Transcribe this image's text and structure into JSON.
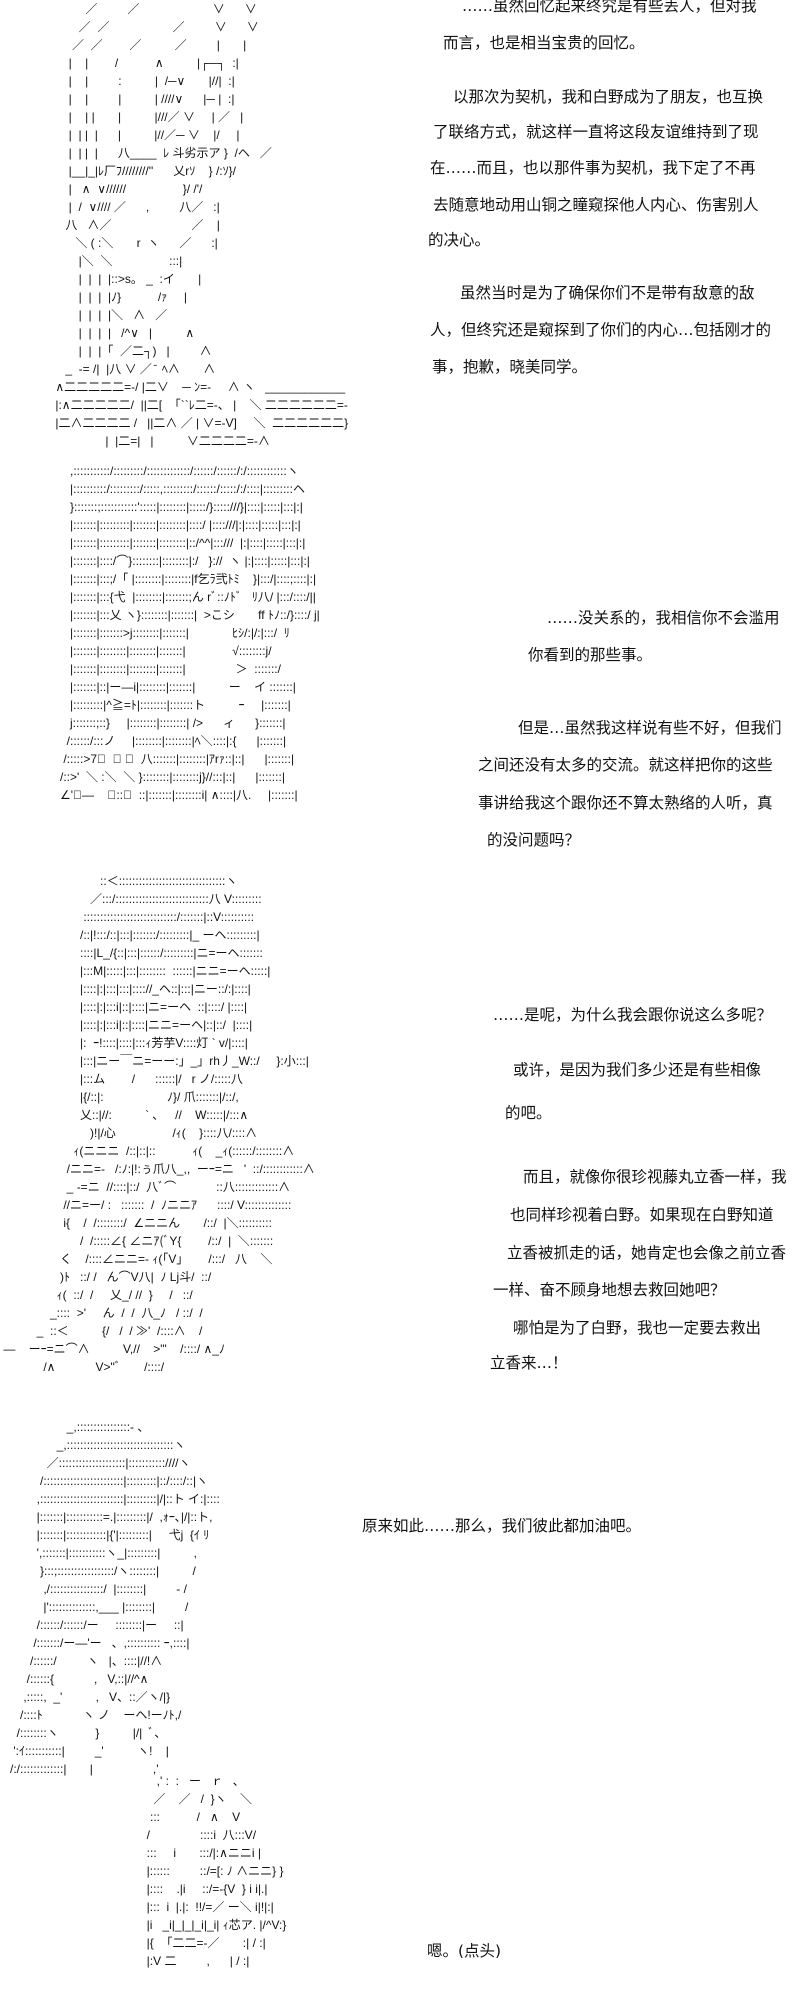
{
  "panels": [
    {
      "art": "          ／         ／                      ∨      ∨\n        ／  ／                   ／         ∨      ∨\n      ／  ／        ／          ／         |       |\n     |    |        /           ∧          |┌─┐  :|\n     |    |         :          |  /─∨       |//|  :|\n     |    |         |          | ////∨      |─ |  :|\n     |    | |       |          |///／ ∨     | ／   |\n     |  | |  |      |          |//／─ ∨    |/     |\n     |  | |  |      八____  ﾚ 斗劣示ア }  /ヘ   ／\n     |__|_|ﾚ厂ﾌ////////''      乂rｿ    } /:ｿ}/\n     |   ∧  ∨//////                 }/ /'/\n     |  /  ∨//// ／      ,         八／   :|\n    八   ∧／                        ／    |\n       ＼ ( :＼       r  ヽ      ／      :|\n        |＼  ＼                 :::|\n        |  |  |  |::>s。 _  :イ       |\n        |  |  |  |ﾉ}           /ｧ     |\n        |  |  |  |＼   ∧   ／          \n        |  |  |  |   /^∨   |          ∧\n        |  |  |「  ／二┐)   |         ∧\n    _  -= /|  |八 ∨ ／ ̄  ﾍ∧       ∧ \n ∧二二二二二=-/ |二∨    ─ ﾝ=-     ∧ ヽ   ____________\n |:∧二二二二二/  ||二[  「``ﾚ二=-、 |    ＼ 二二二二二二=-\n |二∧二二二二 /   ||二∧ ／ | ∨=-V]     ＼  二二二二二二}\n                |  |二=|   |          ∨二二二二=-∧",
      "lines": [
        "……虽然回忆起来终究是有些丢人，但对我",
        "而言，也是相当宝贵的回忆。",
        "以那次为契机，我和白野成为了朋友，也互换",
        "了联络方式，就这样一直将这段友谊维持到了现",
        "在……而且，也以那件事为契机，我下定了不再",
        "去随意地动用山铜之瞳窥探他人内心、伤害别人",
        "的决心。",
        "虽然当时是为了确保你们不是带有敌意的敌",
        "人，但终究还是窥探到了你们的内心…包括刚才的",
        "事，抱歉，晓美同学。"
      ]
    },
    {
      "art": "   ,:::::::::::/:::::::::/:::::::::::::/::::::/::::::/:/::::::::::::ヽ\n   |::::::::::/:::::::::/:::::,:::::::::/::::::/:::::/:/::::|:::::::::ヘ\n   }:::::::;:::::::::::':::::|::::::::|:::::/}:::::///}|::::|:::::|:::|:|\n   |:::::::|:::::::::|:::::::|::::::::|::::/ |::::///|:|::::|:::::|:::|:|\n   |:::::::|:::::::::|:::::::|::::::::|::/^^|:::///  |:|::::|:::::|:::|:|\n   |:::::::|::::/⌒}::::::::|::::::::|:/   }://  ヽ |:|::::|:::::|:::|:|\n   |:::::::|:::;/「 |::::::::|::::::::|f乞ﾗ弐ﾄﾐ    }|:::/|::::;::::|:|\n   |:::::::|:::{弋  |::::::::|:::::::;ん rﾞ::ﾉﾄﾞ   ﾘ八/ |:::/::::/||\n   |:::::::|:::乂 ヽ}::::::::|:::::::|  >こシ       ff ﾄﾉ::/}::::/ j|\n   |:::::::|:::::::>j::::::::|:::::::|             ﾋｼ/:|/:|:::/  ﾘ\n   |:::::::|::::::::|::::::::|:::::::|              √::::::::j/\n   |:::::::|::::::::|::::::::|:::::::|               ＞  :::::::/\n   |:::::::|::|ー―i|::::::::|:::::::|          ー    イ :::::::|\n   |:::::::::|^≧=ﾄ|::::::::|:::::::ト          ｰ     |:::::::|\n   j:::::::;::}     |::::::::|::::::::| />      ィ      }:::::::|\n  /::::::/:::ノ     |::::::::|::::::::|ﾍ＼::::|:{      |:::::::|\n /:::::>7ﾞ  ＼ ､  八:::::::|::::::::|ｱrｧ::|::|      |:::::::|\n/::>'  ＼ :＼  ＼ }::::::::|::::::::j}//:::|::|      |:::::::|\n∠'ﾞ―    ＼::＼  ::|:::::::|::::::::i| ∧::::|八.     |:::::::|",
      "lines": [
        "……没关系的，我相信你不会滥用",
        "你看到的那些事。",
        "但是…虽然我这样说有些不好，但我们",
        "之间还没有太多的交流。就这样把你的这些",
        "事讲给我这个跟你还不算太熟络的人听，真",
        "的没问题吗？"
      ]
    },
    {
      "art": "                              ::＜::::::::::::::::::::::::::::::::ヽ\n                           ／:::/::::::::::::::::::::::::::::八 V:::::::::\n                         ::::::::::::::::::::::::::::/:::::::|::V::::::::::\n                        /::|!:::/::|:::|:::::::/:::::::::|_ ーヘ:::::::::|\n                        ::::|L_/{::|:::|::::::/:::::::::|ニ=ーヘ:::::::\n                        |:::M|:::::|:::|::::::::  ::::::|ニニ=ーヘ:::::|\n                        |::::|:|:::|:::|:::://_ヘ::|:::|ニー::/:|::::|\n                        |::::|:|:::i|::|::::|ニ=ーヘ  ::|::::/ |::::|\n                        |::::|:|:::i|::|::::|ニニ=ーヘ|::|::/  |::::|\n                        |:  ｰ!::::|::::|:::ｨ芳芋V::::灯 ` v/|::::|\n                        |:::|ニー￣ニ=ーー:」_」rh丿_W::/     }:小:::|\n                        |:::ム        /      ::::::|/   r ノ/:::::八\n                        |{/::|:                   ﾉ}/ 爪:::::::|/::/,\n                        乂::|//:          ` ､     //    W:::::|/:::∧\n                           )!|/心                 /ｨ(    }::::八/::::∧\n                      ｨ(ニニニ  /::|::|::           ｨ(    _ｨ(::::::/::::::::∧\n                    /ニニ=-   /:ﾉ:|!:ぅ爪八_,,  ーｰ=ニ   '  ::/::::::::::::∧\n                    _ -=ニ  //::::|::/  八ﾞ⌒            ::八:::::::::::::∧\n                   //ニ=ー/ :   :::::::  /  ﾉニニｱ      ::::/ V::::::::::::::\n                   i{    /  /::::::::/  ∠ニニん       /::/  |＼::::::::::\n                        /  /:::::∠{ ∠ニｱ(ﾞY{        /::/  |  ＼:::::::\n                  く    /::::∠ニニ=- ｨ(「V」      /:::/   八    ＼\n                  )ﾄ   ::/ /   ん⌒V八|  ﾉ Lj斗/  ::/\n                 ｨ(  ::/  /     乂_/ //  }     /   ::/\n               _::::  >'     ん  /  /  八_ﾉ   / ::/  /\n           _  ::＜          {/   /  / ≫'  /::::∧    /\n ―    ーｰ=ニ⌒∧          V,//    >\"'    /::::/ ∧_ﾉ\n             /∧            V>\"ﾞ       /::::/",
      "lines": [
        "……是呢，为什么我会跟你说这么多呢？",
        "或许，是因为我们多少还是有些相像",
        "的吧。",
        "而且，就像你很珍视藤丸立香一样，我",
        "也同样珍视着白野。如果现在白野知道",
        "立香被抓走的话，她肯定也会像之前立香",
        "一样、奋不顾身地想去救回她吧？",
        "哪怕是为了白野，我也一定要去救出",
        "立香来…！"
      ]
    },
    {
      "art": "                    _,::::::::::::::::- 、\n                 _,::::::::::::::::::::::::::::::::ヽ\n              ／::::::::::::::::::::|:::::::::::////ヽ\n            /::::::::::::::::::::::::|:::::::::|::/::::/::|ヽ\n           ,:::::::::::::::::::::::::|:::::::::|/|::ト イ:|::::\n           |:::::::|:::::::::::=.|:::::::::|/  ,ｫｰ､|/|::ト,\n           |:::::::|::::::::::::|{'|:::::::::|     弋j  {ｲ ﾘ\n           ',:::::::|:::::::::::ヽ_|:::::::::|          ,\n            }:::;:::::::::::::::::/ヽ::::::::|          /\n             ,/::::::::::::::::/  |::::::::|         - /\n             |'::::::::::::::,___ |::::::::|         /\n           /::::::/::::::/ー     ::::::::|ー     ::|\n          /:::::::/ー―'ー   、,:::::::::: ｰ,::::|\n         /::::::/         ヽ   |、::::|//!∧\n        /::::::{            ,   V,::|//^∧\n       ,:::::,  _'          ,   V、::／ヽ/|}\n      /::::ﾄ            ヽ ノ    ーヘ!ーﾉﾄ,/\n     /::::::::ヽ           }          |/|  ﾞ、\n    ':ｲ:::::::::::|         _'          ヽ!    |\n   /:/:::::::::::::|       |                  ,'",
      "lines": [
        "原来如此……那么，我们彼此都加油吧。"
      ]
    },
    {
      "art": "     ,' :  :   ー   ｒ   ､\n    ／    ／   /  }ヽ    ＼\n   :::           /   ∧    V\n  /               ::::i  八:::V/\n  :::     i       :::/|:∧ニニi |\n  |::::::         ::/=[: ﾉ ∧ニニ} }\n  |::::    .|i     ::/=-{V  } i i|.|\n  |:::  i  |.|:  !!/=／ ー＼ i|!|:|\n  |i   _i|_|_|_i|_i| ｨ芯ア. |/^V:}\n  |{  「二二=-／       :| / :|\n  |:V 二         ,      | / :|",
      "lines": [
        "嗯。(点头)"
      ]
    }
  ]
}
